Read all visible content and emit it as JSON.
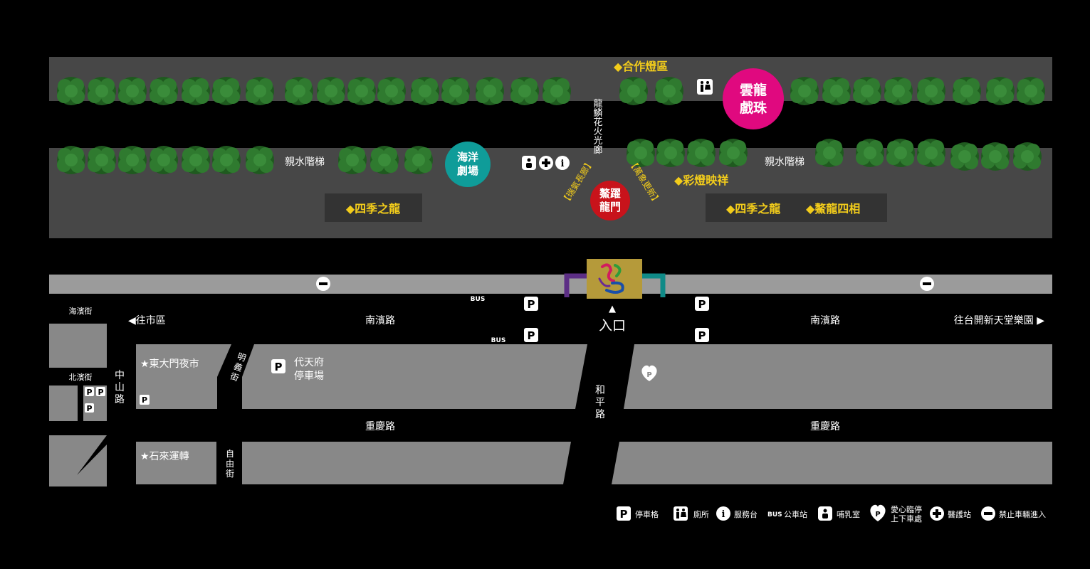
{
  "colors": {
    "background": "#000000",
    "park": "#474747",
    "road_band": "#9b9b9b",
    "block": "#888888",
    "tree": "#2d6a2d",
    "highlight": "#f2cc1b",
    "pink": "#e0097f",
    "teal": "#0f9c99",
    "red": "#c8131b",
    "purple": "#5c2e85"
  },
  "park": {
    "cooperation_lantern_zone": "◆合作燈區",
    "dragon_corridor": [
      "龍",
      "鱗",
      "花",
      "火",
      "光",
      "廊"
    ],
    "stairs_left": "親水階梯",
    "stairs_right": "親水階梯",
    "lantern_blessing": "◆彩燈映祥",
    "four_seasons_left": "◆四季之龍",
    "four_seasons_right": "◆四季之龍",
    "dragon_four_forms": "◆鰲龍四相",
    "spot_yunlong": [
      "雲龍",
      "戲珠"
    ],
    "spot_ocean": [
      "海洋",
      "劇場"
    ],
    "spot_dragon_gate": [
      "鰲躍",
      "龍門"
    ],
    "arc_left": "【瑞氣長廊】",
    "arc_right": "【萬象更新】"
  },
  "roads": {
    "bus_top": "BUS",
    "bus_bottom": "BUS",
    "entrance": "入口",
    "entrance_arrow": "▲",
    "to_city": "◀往市區",
    "to_theme_park": "往台開新天堂樂園 ▶",
    "nanbin_left": "南濱路",
    "nanbin_right": "南濱路",
    "chongqing_left": "重慶路",
    "chongqing_right": "重慶路",
    "haibin": "海濱街",
    "beibin": "北濱街",
    "zhongshan": [
      "中",
      "山",
      "路"
    ],
    "mingyi": [
      "明",
      "義",
      "街"
    ],
    "ziyou": [
      "自",
      "由",
      "街"
    ],
    "heping": [
      "和",
      "平",
      "路"
    ],
    "night_market": "★東大門夜市",
    "shilai": "★石來運轉",
    "daitian": [
      "代天府",
      "停車場"
    ]
  },
  "legend": {
    "parking": "停車格",
    "toilet": "廁所",
    "info": "服務台",
    "bus_tag": "BUS",
    "bus": "公車站",
    "nursing": "哺乳室",
    "love_top": "愛心臨停",
    "love_bottom": "上下車處",
    "medical": "醫護站",
    "no_entry": "禁止車輛進入"
  }
}
